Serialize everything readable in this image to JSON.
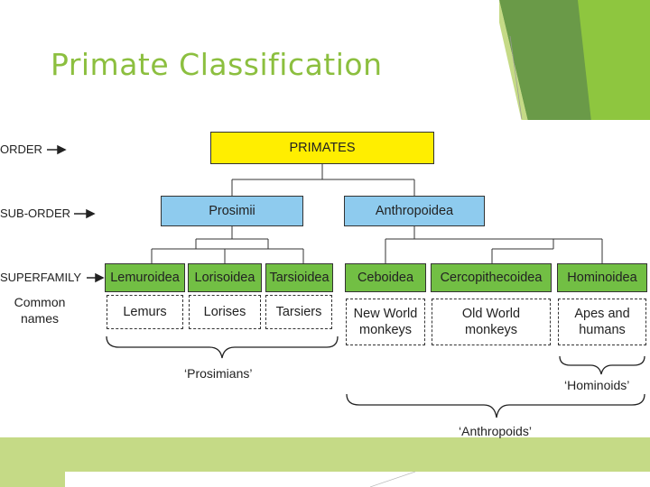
{
  "slide": {
    "title": "Primate Classification"
  },
  "ranks": {
    "order": "ORDER",
    "suborder": "SUB-ORDER",
    "superfamily": "SUPERFAMILY",
    "common_names": "Common names"
  },
  "order": {
    "primates": "PRIMATES"
  },
  "suborders": {
    "prosimii": "Prosimii",
    "anthropoidea": "Anthropoidea"
  },
  "superfamilies": {
    "lemuroidea": "Lemuroidea",
    "lorisoidea": "Lorisoidea",
    "tarsioidea": "Tarsioidea",
    "ceboidea": "Ceboidea",
    "cercopithecoidea": "Cercopithecoidea",
    "hominoidea": "Hominoidea"
  },
  "common_names": {
    "lemurs": "Lemurs",
    "lorises": "Lorises",
    "tarsiers": "Tarsiers",
    "new_world": "New World monkeys",
    "old_world": "Old World monkeys",
    "apes": "Apes and humans"
  },
  "groups": {
    "prosimians": "‘Prosimians’",
    "hominoids": "‘Hominoids’",
    "anthropoids": "‘Anthropoids’"
  },
  "colors": {
    "title": "#8cbf3f",
    "order_box": "#ffee00",
    "suborder_box": "#8ecbee",
    "superfamily_box": "#72bf44",
    "accent_light": "#c5da86",
    "accent_dark": "#6a9a48"
  }
}
